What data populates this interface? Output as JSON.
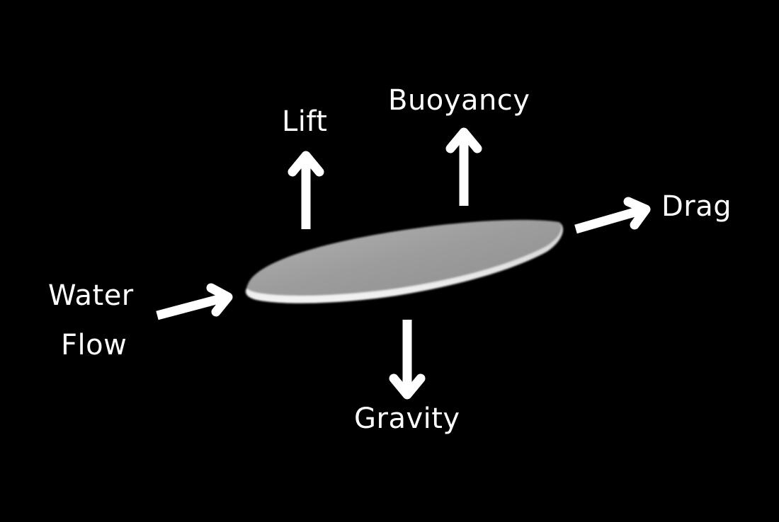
{
  "diagram": {
    "colors": {
      "background": "#000000",
      "foreground": "#ffffff",
      "board_top": "#9d9d9d",
      "board_rim": "#e6e6e6"
    },
    "subject": {
      "icon": "surfboard-icon"
    },
    "forces": [
      {
        "id": "lift",
        "label": "Lift",
        "direction": "up",
        "icon": "arrow-up-icon"
      },
      {
        "id": "buoyancy",
        "label": "Buoyancy",
        "direction": "up",
        "icon": "arrow-up-icon"
      },
      {
        "id": "drag",
        "label": "Drag",
        "direction": "right",
        "icon": "arrow-right-icon"
      },
      {
        "id": "water_flow",
        "label_lines": [
          "Water",
          "Flow"
        ],
        "direction": "right",
        "icon": "arrow-right-icon"
      },
      {
        "id": "gravity",
        "label": "Gravity",
        "direction": "down",
        "icon": "arrow-down-icon"
      }
    ]
  }
}
